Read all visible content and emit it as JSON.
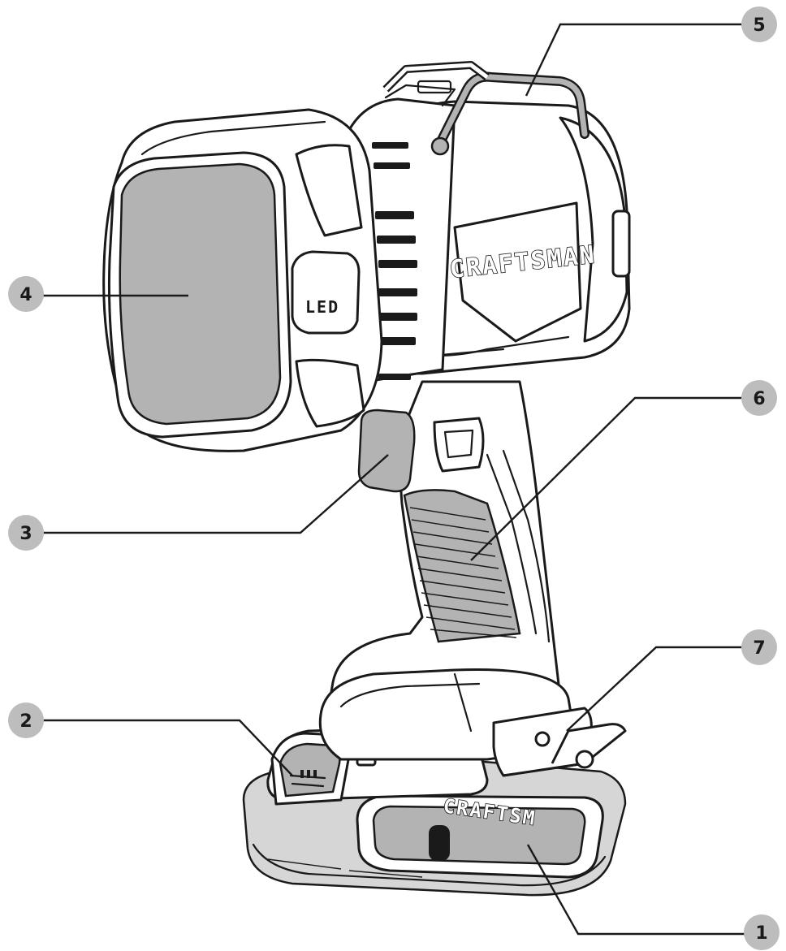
{
  "labels": {
    "lens": "LED",
    "brand_head": "CRAFTSMAN",
    "brand_battery": "CRAFTSM"
  },
  "callouts": [
    {
      "id": "1",
      "text": "1"
    },
    {
      "id": "2",
      "text": "2"
    },
    {
      "id": "3",
      "text": "3"
    },
    {
      "id": "4",
      "text": "4"
    },
    {
      "id": "5",
      "text": "5"
    },
    {
      "id": "6",
      "text": "6"
    },
    {
      "id": "7",
      "text": "7"
    }
  ]
}
